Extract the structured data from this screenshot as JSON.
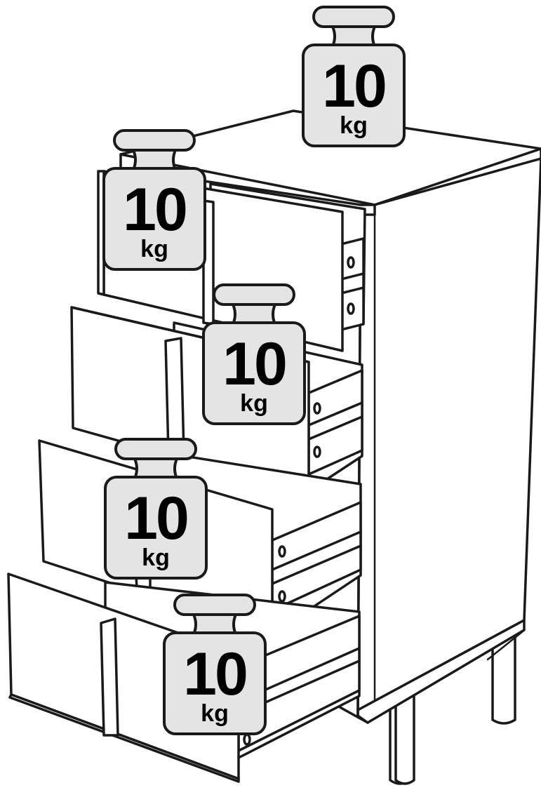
{
  "weights": [
    {
      "id": "top",
      "value": "10",
      "unit": "kg",
      "load_kg": 10
    },
    {
      "id": "drawer-1",
      "value": "10",
      "unit": "kg",
      "load_kg": 10
    },
    {
      "id": "drawer-2",
      "value": "10",
      "unit": "kg",
      "load_kg": 10
    },
    {
      "id": "drawer-3",
      "value": "10",
      "unit": "kg",
      "load_kg": 10
    },
    {
      "id": "drawer-4",
      "value": "10",
      "unit": "kg",
      "load_kg": 10
    }
  ],
  "colors": {
    "line": "#1a1a1a",
    "fill": "#ffffff",
    "weight_fill": "#e4e4e4"
  }
}
